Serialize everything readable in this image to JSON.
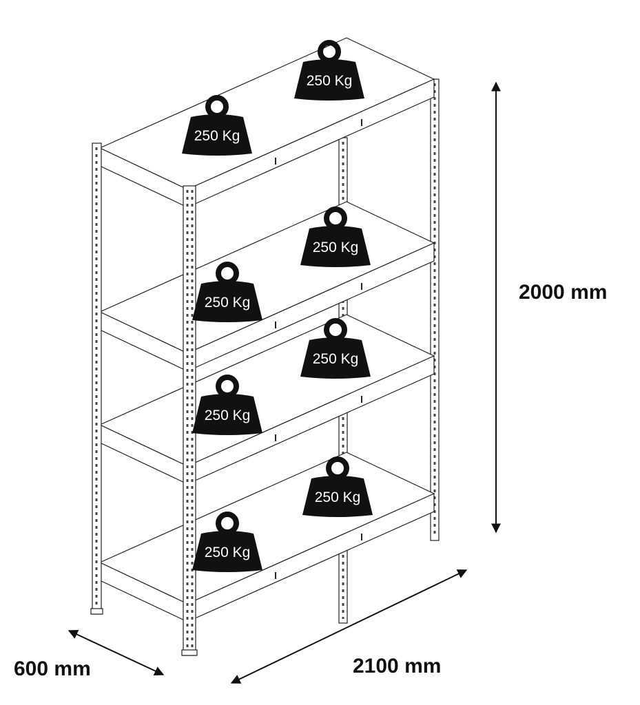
{
  "dimensions": {
    "height": "2000 mm",
    "width": "2100 mm",
    "depth": "600 mm"
  },
  "weights": [
    {
      "label": "250 Kg"
    },
    {
      "label": "250 Kg"
    },
    {
      "label": "250 Kg"
    },
    {
      "label": "250 Kg"
    },
    {
      "label": "250 Kg"
    },
    {
      "label": "250 Kg"
    },
    {
      "label": "250 Kg"
    },
    {
      "label": "250 Kg"
    }
  ],
  "colors": {
    "line": "#222222",
    "weight": "#111111"
  }
}
